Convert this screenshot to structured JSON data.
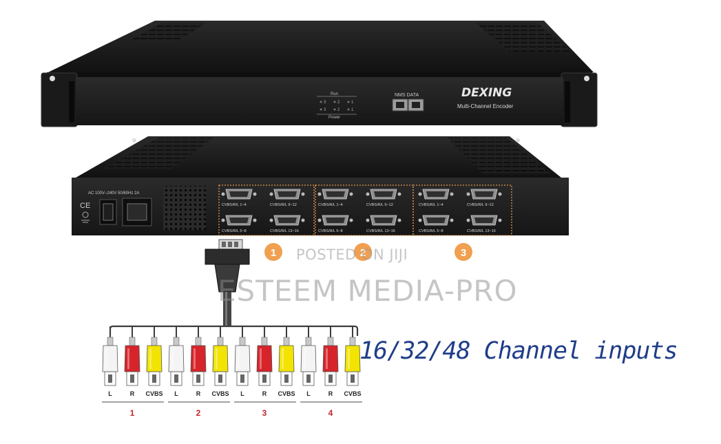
{
  "front_panel": {
    "brand": "DEXING",
    "model": "Multi-Channel Encoder",
    "run_label": "Run",
    "power_label": "Power",
    "led_labels_top": [
      "3",
      "2",
      "1"
    ],
    "led_labels_bottom": [
      "3",
      "2",
      "1"
    ],
    "ports_label": "NMS DATA"
  },
  "rear_panel": {
    "power_spec": "AC 100V–240V 50/60Hz 2A",
    "ce_mark": "CE",
    "port_groups": [
      {
        "number": "1",
        "ports": [
          "CVBS/R/L 1~4",
          "CVBS/R/L 9~12",
          "CVBS/R/L 5~8",
          "CVBS/R/L 13~16"
        ]
      },
      {
        "number": "2",
        "ports": [
          "CVBS/R/L 1~4",
          "CVBS/R/L 9~12",
          "CVBS/R/L 5~8",
          "CVBS/R/L 13~16"
        ]
      },
      {
        "number": "3",
        "ports": [
          "CVBS/R/L 1~4",
          "CVBS/R/L 9~12",
          "CVBS/R/L 5~8",
          "CVBS/R/L 13~16"
        ]
      }
    ]
  },
  "cable": {
    "plug_labels": [
      "L",
      "R",
      "CVBS"
    ],
    "group_numbers": [
      "1",
      "2",
      "3",
      "4"
    ]
  },
  "caption": "16/32/48 Channel inputs",
  "watermarks": {
    "posted": "POSTED ON JIJI",
    "seller": "ESTEEM MEDIA-PRO"
  },
  "colors": {
    "chassis": "#1c1c1c",
    "badge": "#f0a050",
    "caption": "#1f3d8a",
    "rca_red": "#d6242a",
    "rca_yellow": "#f2e400",
    "rca_white": "#f4f4f4",
    "group_number": "#c0262c"
  }
}
